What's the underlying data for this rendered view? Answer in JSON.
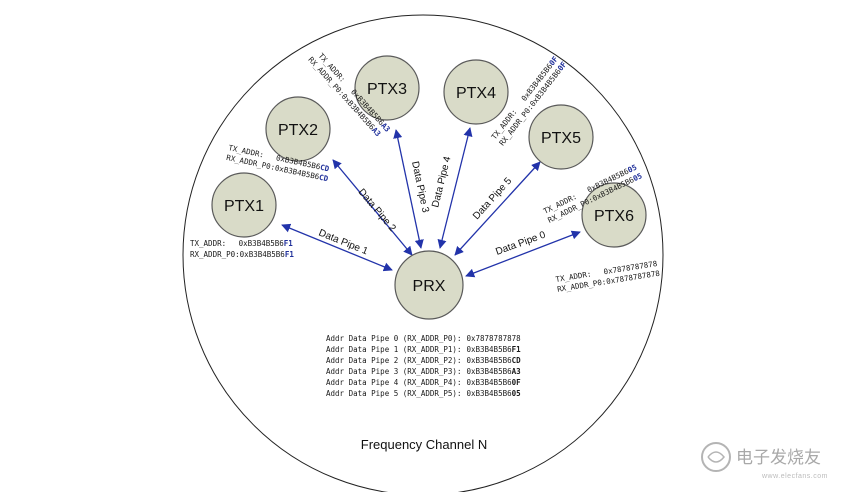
{
  "colors": {
    "node_fill": "#d9dbc8",
    "node_stroke": "#5a5a5a",
    "arrow": "#2233aa",
    "address_highlight": "#1f2f9a"
  },
  "nodes": {
    "prx": "PRX",
    "ptx1": "PTX1",
    "ptx2": "PTX2",
    "ptx3": "PTX3",
    "ptx4": "PTX4",
    "ptx5": "PTX5",
    "ptx6": "PTX6"
  },
  "pipes": {
    "p0": "Data Pipe 0",
    "p1": "Data Pipe 1",
    "p2": "Data Pipe 2",
    "p3": "Data Pipe 3",
    "p4": "Data Pipe 4",
    "p5": "Data Pipe 5"
  },
  "ptx_addresses": {
    "tx_label": "TX_ADDR:",
    "rx_label": "RX_ADDR_P0:",
    "ptx1": {
      "base": "0xB3B4B5B6",
      "suffix": "F1"
    },
    "ptx2": {
      "base": "0xB3B4B5B6",
      "suffix": "CD"
    },
    "ptx3": {
      "base": "0xB3B4B5B6",
      "suffix": "A3"
    },
    "ptx4": {
      "base": "0xB3B4B5B6",
      "suffix": "0F"
    },
    "ptx5": {
      "base": "0xB3B4B5B6",
      "suffix": "05"
    },
    "ptx6": {
      "base": "0x7878787878",
      "suffix": ""
    }
  },
  "address_table": [
    {
      "label": "Addr Data Pipe 0 (RX_ADDR_P0):",
      "base": "0x7878787878",
      "suffix": ""
    },
    {
      "label": "Addr Data Pipe 1 (RX_ADDR_P1):",
      "base": "0xB3B4B5B6",
      "suffix": "F1"
    },
    {
      "label": "Addr Data Pipe 2 (RX_ADDR_P2):",
      "base": "0xB3B4B5B6",
      "suffix": "CD"
    },
    {
      "label": "Addr Data Pipe 3 (RX_ADDR_P3):",
      "base": "0xB3B4B5B6",
      "suffix": "A3"
    },
    {
      "label": "Addr Data Pipe 4 (RX_ADDR_P4):",
      "base": "0xB3B4B5B6",
      "suffix": "0F"
    },
    {
      "label": "Addr Data Pipe 5 (RX_ADDR_P5):",
      "base": "0xB3B4B5B6",
      "suffix": "05"
    }
  ],
  "caption": "Frequency Channel N",
  "watermark": {
    "brand": "电子发烧友",
    "url": "www.elecfans.com"
  }
}
